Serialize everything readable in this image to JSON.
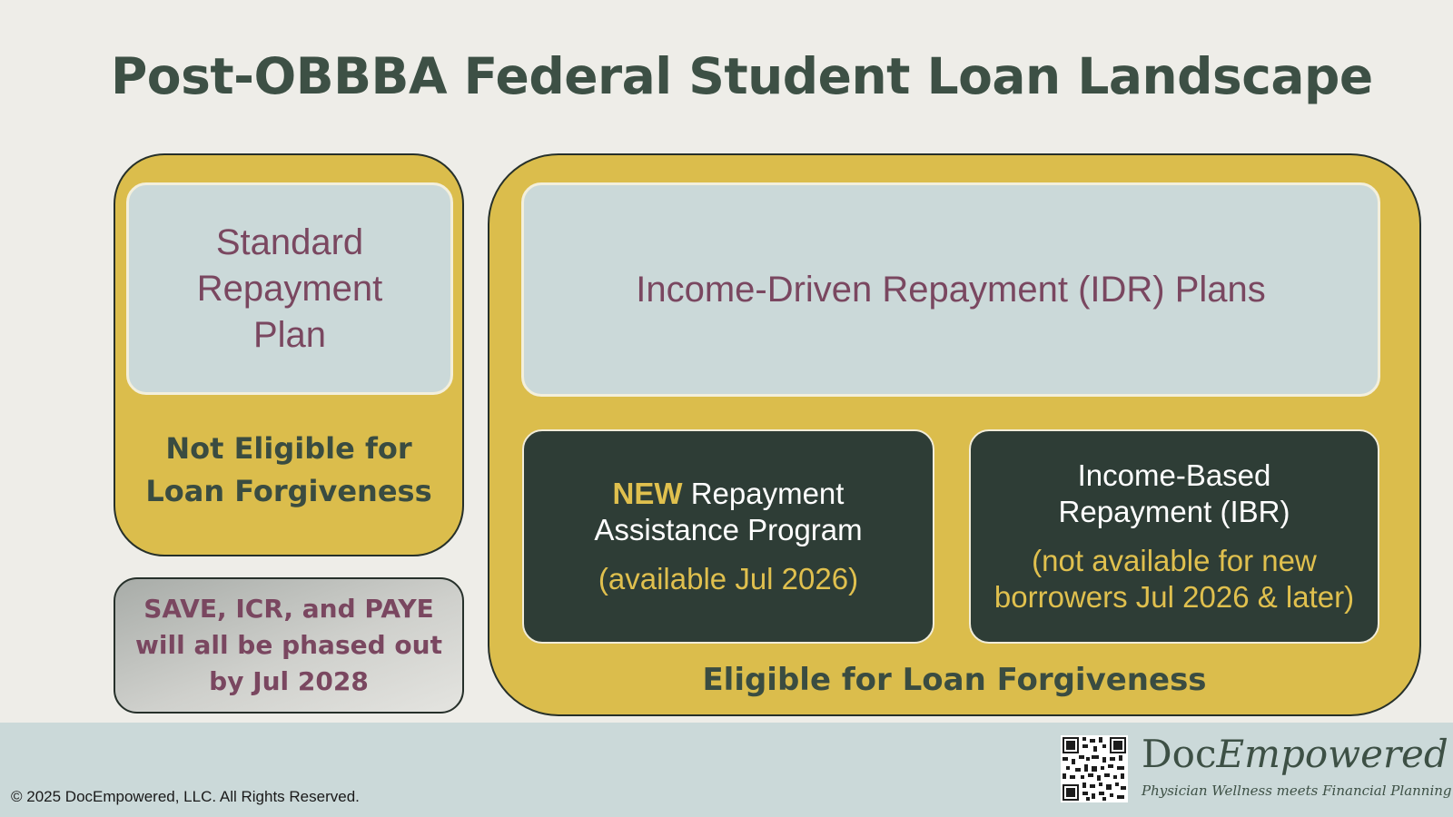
{
  "title": "Post-OBBBA Federal Student Loan Landscape",
  "left_panel": {
    "plan": "Standard Repayment Plan",
    "status": "Not Eligible for Loan Forgiveness"
  },
  "note": "SAVE, ICR, and PAYE will all be phased out by Jul 2028",
  "right_panel": {
    "header": "Income-Driven Repayment (IDR) Plans",
    "rap": {
      "highlight": "NEW",
      "name_line1": " Repayment",
      "name_line2": "Assistance Program",
      "availability": "(available Jul 2026)"
    },
    "ibr": {
      "name_line1": "Income-Based",
      "name_line2": "Repayment (IBR)",
      "availability_line1": "(not available for new",
      "availability_line2": "borrowers Jul 2026 & later)"
    },
    "status": "Eligible for Loan Forgiveness"
  },
  "footer": {
    "copyright": "© 2025 DocEmpowered, LLC. All Rights Reserved.",
    "brand_doc": "Doc",
    "brand_empowered": "Empowered",
    "tagline": "Physician Wellness meets Financial Planning"
  },
  "colors": {
    "gold": "#dbbd4c",
    "dark_green": "#2e3d36",
    "light_blue": "#cbd9d9",
    "mauve": "#7a4760",
    "title_green": "#3d5045"
  }
}
